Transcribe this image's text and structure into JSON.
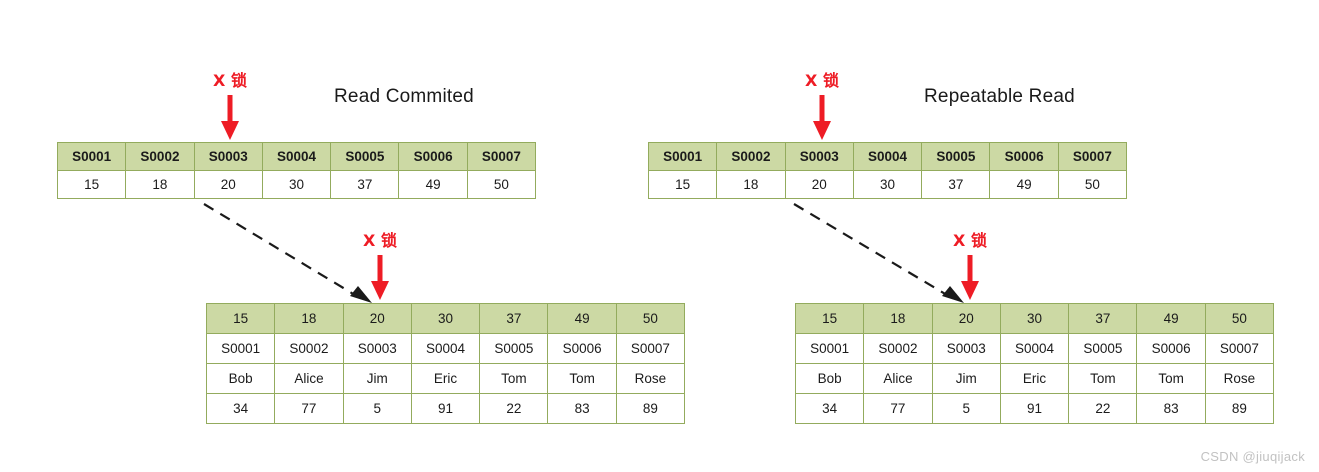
{
  "watermark": "CSDN @jiuqijack",
  "annotations": {
    "lock_label": "X 锁",
    "lock_color": "#ee1c25",
    "connector_style": "dashed-arrow",
    "connector_color": "#1a1a1a"
  },
  "theme": {
    "header_fill": "#ccd9a4",
    "cell_fill": "#ffffff",
    "border_color": "#93ab5d",
    "text_color": "#1b1b1b",
    "watermark_color": "#c2c2c2"
  },
  "panels": [
    {
      "id": "read-committed",
      "title": "Read Commited",
      "index_table": {
        "caption": "secondary-index",
        "rows": [
          {
            "kind": "header",
            "cells": [
              "S0001",
              "S0002",
              "S0003",
              "S0004",
              "S0005",
              "S0006",
              "S0007"
            ]
          },
          {
            "kind": "data",
            "cells": [
              "15",
              "18",
              "20",
              "30",
              "37",
              "49",
              "50"
            ]
          }
        ],
        "locked_column_index": 2,
        "locked_column_key": "S0003"
      },
      "clustered_table": {
        "caption": "clustered-index",
        "rows": [
          {
            "kind": "header",
            "cells": [
              "15",
              "18",
              "20",
              "30",
              "37",
              "49",
              "50"
            ]
          },
          {
            "kind": "data",
            "cells": [
              "S0001",
              "S0002",
              "S0003",
              "S0004",
              "S0005",
              "S0006",
              "S0007"
            ]
          },
          {
            "kind": "data",
            "cells": [
              "Bob",
              "Alice",
              "Jim",
              "Eric",
              "Tom",
              "Tom",
              "Rose"
            ]
          },
          {
            "kind": "data",
            "cells": [
              "34",
              "77",
              "5",
              "91",
              "22",
              "83",
              "89"
            ]
          }
        ],
        "locked_column_index": 2,
        "locked_column_key": "20"
      }
    },
    {
      "id": "repeatable-read",
      "title": "Repeatable Read",
      "index_table": {
        "caption": "secondary-index",
        "rows": [
          {
            "kind": "header",
            "cells": [
              "S0001",
              "S0002",
              "S0003",
              "S0004",
              "S0005",
              "S0006",
              "S0007"
            ]
          },
          {
            "kind": "data",
            "cells": [
              "15",
              "18",
              "20",
              "30",
              "37",
              "49",
              "50"
            ]
          }
        ],
        "locked_column_index": 2,
        "locked_column_key": "S0003"
      },
      "clustered_table": {
        "caption": "clustered-index",
        "rows": [
          {
            "kind": "header",
            "cells": [
              "15",
              "18",
              "20",
              "30",
              "37",
              "49",
              "50"
            ]
          },
          {
            "kind": "data",
            "cells": [
              "S0001",
              "S0002",
              "S0003",
              "S0004",
              "S0005",
              "S0006",
              "S0007"
            ]
          },
          {
            "kind": "data",
            "cells": [
              "Bob",
              "Alice",
              "Jim",
              "Eric",
              "Tom",
              "Tom",
              "Rose"
            ]
          },
          {
            "kind": "data",
            "cells": [
              "34",
              "77",
              "5",
              "91",
              "22",
              "83",
              "89"
            ]
          }
        ],
        "locked_column_index": 2,
        "locked_column_key": "20"
      }
    }
  ]
}
